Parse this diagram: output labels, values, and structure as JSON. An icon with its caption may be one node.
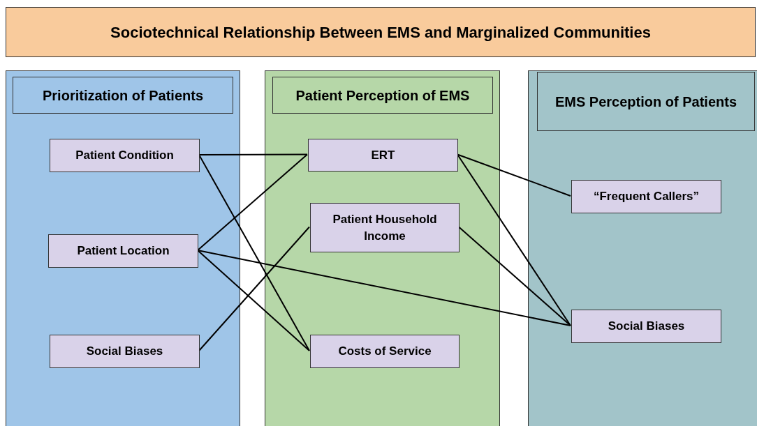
{
  "diagram": {
    "nodes": [
      {
        "text": [
          "Sociotechnical Relationship Between EMS and Marginalized Communities"
        ]
      },
      {
        "text": [],
        "shape": "box"
      },
      {
        "text": [
          "Prioritization of Patients"
        ],
        "in": 1
      },
      {
        "text": [
          "Patient Condition"
        ],
        "in": 1
      },
      {
        "text": [
          "Patient Location"
        ],
        "in": 1
      },
      {
        "text": [
          "Social Biases"
        ],
        "in": 1
      },
      {
        "text": [],
        "shape": "box"
      },
      {
        "text": [
          "Patient Perception of EMS"
        ],
        "in": 6
      },
      {
        "text": [
          "ERT"
        ],
        "in": 6
      },
      {
        "text": [
          "Patient Household Income"
        ],
        "in": 6
      },
      {
        "text": [
          "Costs of Service"
        ],
        "in": 6
      },
      {
        "text": [],
        "shape": "box"
      },
      {
        "text": [
          "EMS Perception of Patients"
        ],
        "in": 11
      },
      {
        "text": [
          "“Frequent Callers”"
        ],
        "in": 11
      },
      {
        "text": [
          "Social Biases"
        ],
        "in": 11
      }
    ],
    "edges": [
      {
        "from": 3,
        "to": 8,
        "arrow": "none"
      },
      {
        "from": 3,
        "to": 10,
        "arrow": "none"
      },
      {
        "from": 4,
        "to": 8,
        "arrow": "none"
      },
      {
        "from": 4,
        "to": 10,
        "arrow": "none"
      },
      {
        "from": 4,
        "to": 14,
        "arrow": "none"
      },
      {
        "from": 5,
        "to": 9,
        "arrow": "none"
      },
      {
        "from": 8,
        "to": 13,
        "arrow": "none"
      },
      {
        "from": 8,
        "to": 14,
        "arrow": "none"
      },
      {
        "from": 9,
        "to": 14,
        "arrow": "none"
      }
    ]
  }
}
